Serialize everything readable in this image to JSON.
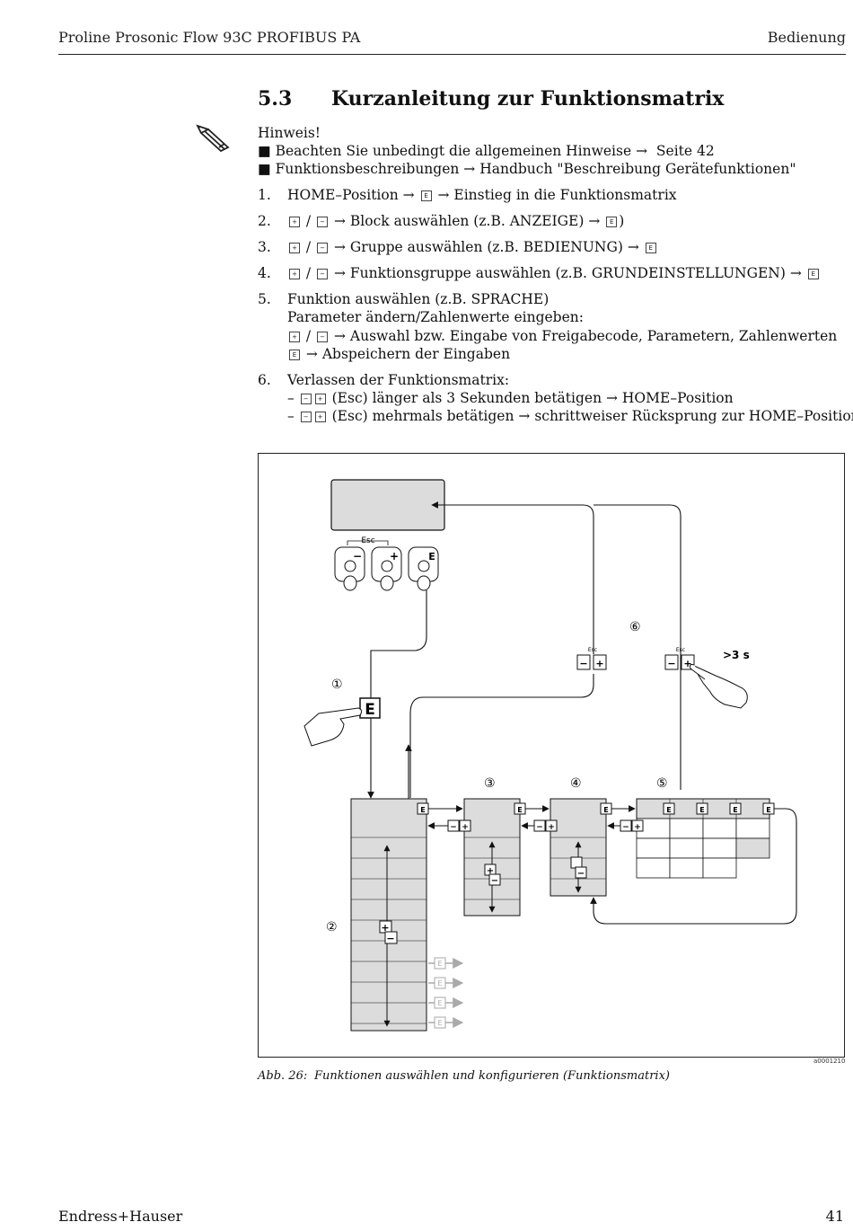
{
  "header": {
    "left": "Proline Prosonic Flow 93C PROFIBUS PA",
    "right": "Bedienung"
  },
  "section": {
    "number": "5.3",
    "title": "Kurzanleitung zur Funktionsmatrix"
  },
  "note": {
    "label": "Hinweis!",
    "bullet1_a": "Beachten Sie unbedingt die allgemeinen Hinweise",
    "bullet1_b": "Seite 42",
    "bullet2_a": "Funktionsbeschreibungen",
    "bullet2_b": "Handbuch \"Beschreibung Gerätefunktionen\""
  },
  "steps": {
    "s1": {
      "num": "1.",
      "a": "HOME–Position",
      "b": "Einstieg in die Funktionsmatrix"
    },
    "s2": {
      "num": "2.",
      "a": "Block auswählen (z.B. ANZEIGE)",
      "b": ")"
    },
    "s3": {
      "num": "3.",
      "a": "Gruppe auswählen (z.B. BEDIENUNG)"
    },
    "s4": {
      "num": "4.",
      "a": "Funktionsgruppe auswählen (z.B. GRUNDEINSTELLUNGEN)"
    },
    "s5": {
      "num": "5.",
      "l1": "Funktion auswählen (z.B. SPRACHE)",
      "l2": "Parameter ändern/Zahlenwerte eingeben:",
      "l3": "Auswahl bzw. Eingabe von Freigabecode, Parametern, Zahlenwerten",
      "l4": "Abspeichern der Eingaben"
    },
    "s6": {
      "num": "6.",
      "l1": "Verlassen der Funktionsmatrix:",
      "l2_a": "(Esc) länger als 3 Sekunden betätigen",
      "l2_b": "HOME–Position",
      "l3_a": "(Esc) mehrmals betätigen",
      "l3_b": "schrittweiser Rücksprung zur HOME–Position"
    }
  },
  "keys": {
    "plus": "+",
    "minus": "−",
    "enter": "E",
    "esc": "Esc"
  },
  "figure": {
    "id": "a0001210",
    "caption_label": "Abb. 26:",
    "caption_text": "Funktionen auswählen und konfigurieren (Funktionsmatrix)",
    "callouts": [
      "①",
      "②",
      "③",
      "④",
      "⑤",
      "⑥"
    ],
    "hold_label": ">3 s"
  },
  "footer": {
    "left": "Endress+Hauser",
    "right": "41"
  }
}
